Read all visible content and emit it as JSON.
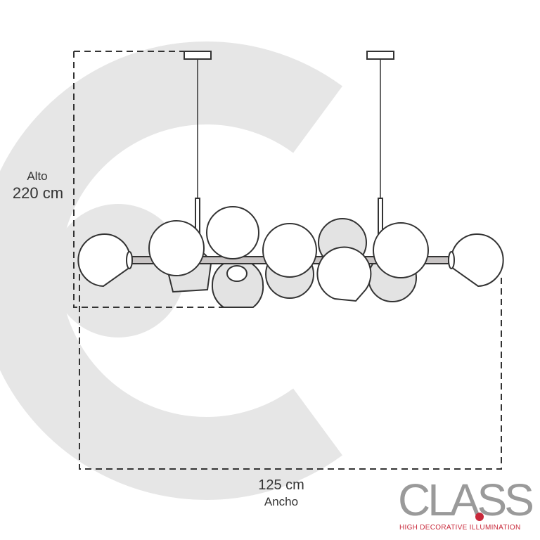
{
  "dimensions": {
    "height_label": "Alto",
    "height_value": "220 cm",
    "width_label": "Ancho",
    "width_value": "125 cm"
  },
  "logo": {
    "wordmark": "CLASS",
    "tagline": "HIGH DECORATIVE ILLUMINATION",
    "brand_gray": "#9a9a9a",
    "brand_red": "#c8283a"
  },
  "colors": {
    "background_shape": "#e6e6e6",
    "line": "#333333"
  }
}
